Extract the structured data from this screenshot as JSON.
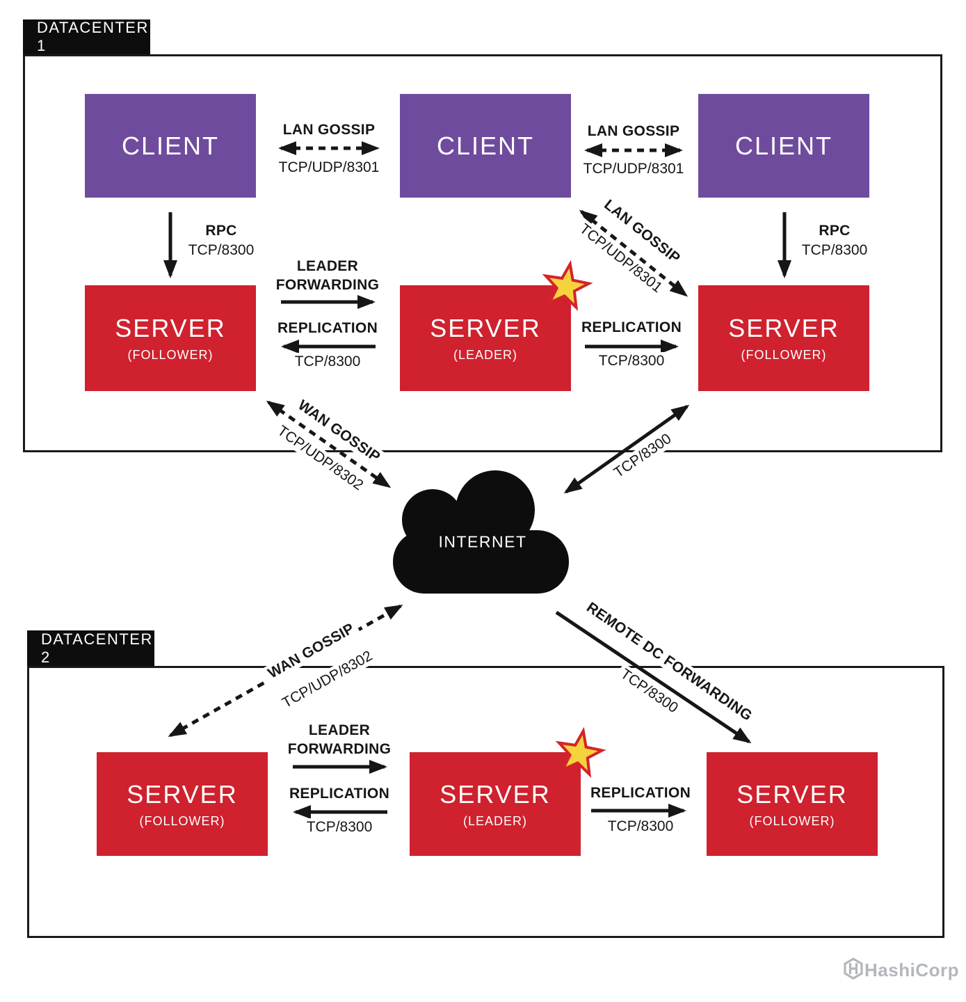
{
  "colors": {
    "purple": "#6f4b9e",
    "red": "#cf212e",
    "ink": "#161616",
    "star_fill": "#f6d23d",
    "star_stroke": "#d4232a",
    "logo_gray": "#b3b7bc"
  },
  "dc1": {
    "label": "DATACENTER 1",
    "clients": [
      {
        "label": "CLIENT"
      },
      {
        "label": "CLIENT"
      },
      {
        "label": "CLIENT"
      }
    ],
    "servers": [
      {
        "label": "SERVER",
        "role": "(FOLLOWER)"
      },
      {
        "label": "SERVER",
        "role": "(LEADER)"
      },
      {
        "label": "SERVER",
        "role": "(FOLLOWER)"
      }
    ],
    "edges": {
      "lan_left": {
        "title": "LAN GOSSIP",
        "port": "TCP/UDP/8301"
      },
      "lan_right": {
        "title": "LAN GOSSIP",
        "port": "TCP/UDP/8301"
      },
      "lan_diag": {
        "title": "LAN GOSSIP",
        "port": "TCP/UDP/8301"
      },
      "rpc_left": {
        "title": "RPC",
        "port": "TCP/8300"
      },
      "rpc_right": {
        "title": "RPC",
        "port": "TCP/8300"
      },
      "fwd": {
        "l1": "LEADER",
        "l2": "FORWARDING"
      },
      "repl_left": {
        "title": "REPLICATION",
        "port": "TCP/8300"
      },
      "repl_right": {
        "title": "REPLICATION",
        "port": "TCP/8300"
      }
    }
  },
  "net": {
    "internet": "INTERNET",
    "wan1": {
      "title": "WAN GOSSIP",
      "port": "TCP/UDP/8302"
    },
    "tcp": {
      "port": "TCP/8300"
    },
    "wan2": {
      "title": "WAN GOSSIP",
      "port": "TCP/UDP/8302"
    },
    "remote": {
      "title": "REMOTE DC FORWARDING",
      "port": "TCP/8300"
    }
  },
  "dc2": {
    "label": "DATACENTER 2",
    "servers": [
      {
        "label": "SERVER",
        "role": "(FOLLOWER)"
      },
      {
        "label": "SERVER",
        "role": "(LEADER)"
      },
      {
        "label": "SERVER",
        "role": "(FOLLOWER)"
      }
    ],
    "edges": {
      "fwd": {
        "l1": "LEADER",
        "l2": "FORWARDING"
      },
      "repl_left": {
        "title": "REPLICATION",
        "port": "TCP/8300"
      },
      "repl_right": {
        "title": "REPLICATION",
        "port": "TCP/8300"
      }
    }
  },
  "footer": {
    "brand": "HashiCorp"
  }
}
